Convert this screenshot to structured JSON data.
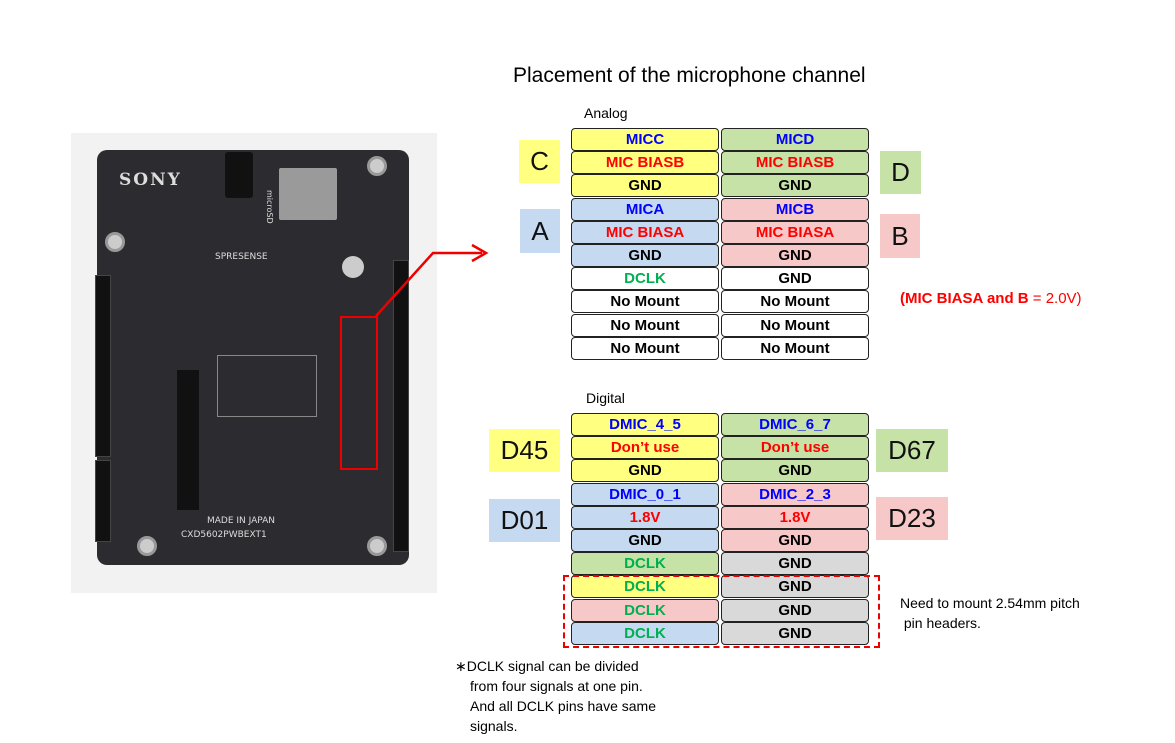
{
  "title": "Placement of the microphone channel",
  "colors": {
    "yellow": "#ffff80",
    "green": "#c6e2a6",
    "blue": "#c5d9f1",
    "pink": "#f7c8c8",
    "gray": "#d9d9d9",
    "white": "#ffffff",
    "text_blue": "#0000ff",
    "text_red": "#ff0000",
    "text_green": "#00b050",
    "text_black": "#000000"
  },
  "board": {
    "brand": "SONY",
    "product": "SPRESENSE",
    "made_in": "MADE IN JAPAN",
    "part_number": "CXD5602PWBEXT1",
    "microsd": "microSD"
  },
  "analog": {
    "label": "Analog",
    "groups": {
      "C": "C",
      "A": "A",
      "D": "D",
      "B": "B"
    },
    "rows": [
      [
        {
          "t": "MICC",
          "bg": "yellow",
          "fg": "text_blue"
        },
        {
          "t": "MICD",
          "bg": "green",
          "fg": "text_blue"
        }
      ],
      [
        {
          "t": "MIC BIASB",
          "bg": "yellow",
          "fg": "text_red"
        },
        {
          "t": "MIC BIASB",
          "bg": "green",
          "fg": "text_red"
        }
      ],
      [
        {
          "t": "GND",
          "bg": "yellow",
          "fg": "text_black"
        },
        {
          "t": "GND",
          "bg": "green",
          "fg": "text_black"
        }
      ],
      [
        {
          "t": "MICA",
          "bg": "blue",
          "fg": "text_blue"
        },
        {
          "t": "MICB",
          "bg": "pink",
          "fg": "text_blue"
        }
      ],
      [
        {
          "t": "MIC BIASA",
          "bg": "blue",
          "fg": "text_red"
        },
        {
          "t": "MIC BIASA",
          "bg": "pink",
          "fg": "text_red"
        }
      ],
      [
        {
          "t": "GND",
          "bg": "blue",
          "fg": "text_black"
        },
        {
          "t": "GND",
          "bg": "pink",
          "fg": "text_black"
        }
      ],
      [
        {
          "t": "DCLK",
          "bg": "white",
          "fg": "text_green"
        },
        {
          "t": "GND",
          "bg": "white",
          "fg": "text_black"
        }
      ],
      [
        {
          "t": "No Mount",
          "bg": "white",
          "fg": "text_black"
        },
        {
          "t": "No Mount",
          "bg": "white",
          "fg": "text_black"
        }
      ],
      [
        {
          "t": "No Mount",
          "bg": "white",
          "fg": "text_black"
        },
        {
          "t": "No Mount",
          "bg": "white",
          "fg": "text_black"
        }
      ],
      [
        {
          "t": "No Mount",
          "bg": "white",
          "fg": "text_black"
        },
        {
          "t": "No Mount",
          "bg": "white",
          "fg": "text_black"
        }
      ]
    ],
    "note_bold": "(MIC BIASA and B",
    "note_rest": " = 2.0V)"
  },
  "digital": {
    "label": "Digital",
    "groups": {
      "D45": "D45",
      "D01": "D01",
      "D67": "D67",
      "D23": "D23"
    },
    "rows": [
      [
        {
          "t": "DMIC_4_5",
          "bg": "yellow",
          "fg": "text_blue"
        },
        {
          "t": "DMIC_6_7",
          "bg": "green",
          "fg": "text_blue"
        }
      ],
      [
        {
          "t": "Don’t use",
          "bg": "yellow",
          "fg": "text_red"
        },
        {
          "t": "Don’t use",
          "bg": "green",
          "fg": "text_red"
        }
      ],
      [
        {
          "t": "GND",
          "bg": "yellow",
          "fg": "text_black"
        },
        {
          "t": "GND",
          "bg": "green",
          "fg": "text_black"
        }
      ],
      [
        {
          "t": "DMIC_0_1",
          "bg": "blue",
          "fg": "text_blue"
        },
        {
          "t": "DMIC_2_3",
          "bg": "pink",
          "fg": "text_blue"
        }
      ],
      [
        {
          "t": "1.8V",
          "bg": "blue",
          "fg": "text_red"
        },
        {
          "t": "1.8V",
          "bg": "pink",
          "fg": "text_red"
        }
      ],
      [
        {
          "t": "GND",
          "bg": "blue",
          "fg": "text_black"
        },
        {
          "t": "GND",
          "bg": "pink",
          "fg": "text_black"
        }
      ],
      [
        {
          "t": "DCLK",
          "bg": "green",
          "fg": "text_green"
        },
        {
          "t": "GND",
          "bg": "gray",
          "fg": "text_black"
        }
      ],
      [
        {
          "t": "DCLK",
          "bg": "yellow",
          "fg": "text_green"
        },
        {
          "t": "GND",
          "bg": "gray",
          "fg": "text_black"
        }
      ],
      [
        {
          "t": "DCLK",
          "bg": "pink",
          "fg": "text_green"
        },
        {
          "t": "GND",
          "bg": "gray",
          "fg": "text_black"
        }
      ],
      [
        {
          "t": "DCLK",
          "bg": "blue",
          "fg": "text_green"
        },
        {
          "t": "GND",
          "bg": "gray",
          "fg": "text_black"
        }
      ]
    ],
    "header_note": [
      "Need to mount 2.54mm pitch",
      " pin headers."
    ]
  },
  "footnote": [
    "∗DCLK signal can be divided",
    "from four signals at one pin.",
    "And all DCLK pins have same",
    "signals."
  ]
}
